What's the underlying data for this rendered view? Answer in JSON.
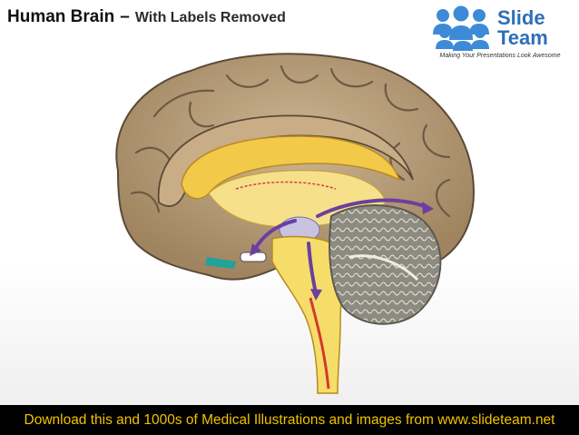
{
  "header": {
    "title_main": "Human Brain",
    "title_dash": "–",
    "title_sub": "With Labels Removed"
  },
  "logo": {
    "word1": "Slide",
    "word2": "Team",
    "tagline": "Making Your Presentations Look Awesome",
    "brand_color": "#2e6fb7"
  },
  "illustration": {
    "subject": "human-brain-sagittal-section",
    "colors": {
      "cortex": "#b49a78",
      "cortex_outline": "#5a4a38",
      "corpus_callosum": "#f3c94a",
      "cerebellum": "#8d8b80",
      "brainstem": "#f6dd6a",
      "pathway": "#6a3fa0",
      "pathway_red": "#d23a2a",
      "pituitary_teal": "#1fa39a"
    }
  },
  "footer": {
    "text": "Download this and 1000s of Medical Illustrations and images from www.slideteam.net",
    "text_color": "#f2c200",
    "background": "#000000"
  }
}
